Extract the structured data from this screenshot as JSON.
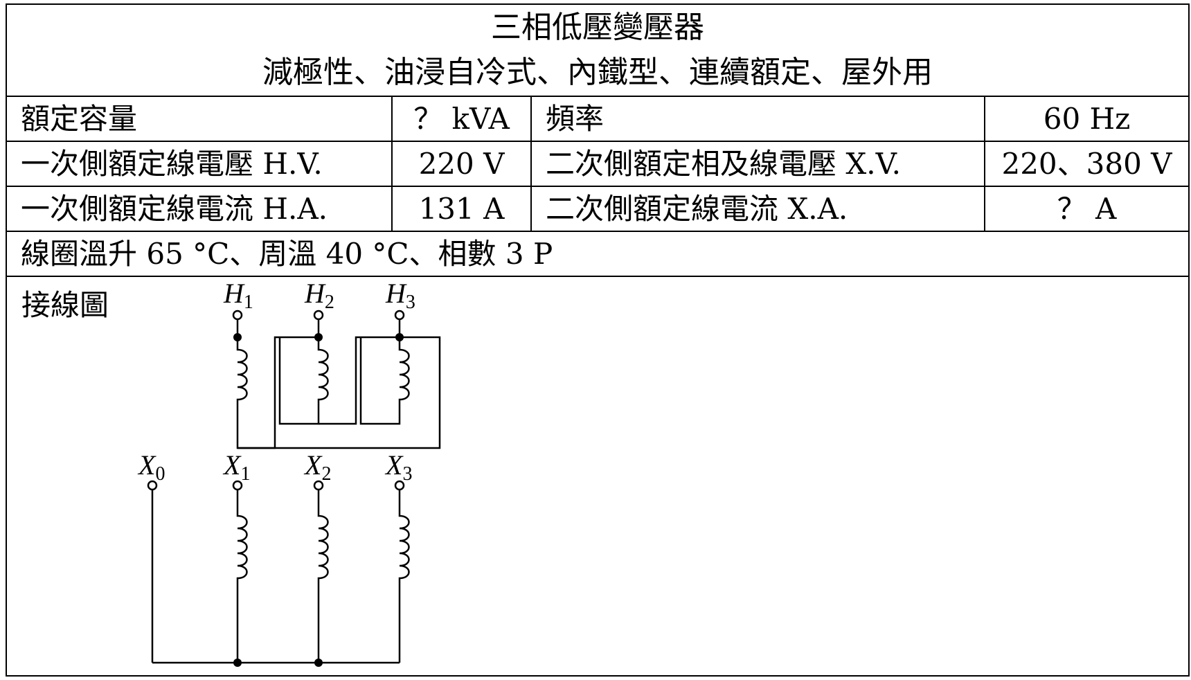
{
  "nameplate": {
    "title": "三相低壓變壓器",
    "subtitle": "減極性、油浸自冷式、內鐵型、連續額定、屋外用"
  },
  "specs": {
    "rows": [
      {
        "label_left": "額定容量",
        "value_left": "？ kVA",
        "label_right": "頻率",
        "value_right": "60 Hz"
      },
      {
        "label_left": "一次側額定線電壓 H.V.",
        "value_left": "220 V",
        "label_right": "二次側額定相及線電壓 X.V.",
        "value_right": "220、380 V"
      },
      {
        "label_left": "一次側額定線電流 H.A.",
        "value_left": "131 A",
        "label_right": "二次側額定線電流 X.A.",
        "value_right": "？ A"
      }
    ],
    "footer": "線圈溫升 65 °C、周溫 40 °C、相數 3 P"
  },
  "diagram": {
    "label": "接線圖",
    "primary_terminals": [
      {
        "letter": "H",
        "sub": "1"
      },
      {
        "letter": "H",
        "sub": "2"
      },
      {
        "letter": "H",
        "sub": "3"
      }
    ],
    "secondary_terminals": [
      {
        "letter": "X",
        "sub": "0"
      },
      {
        "letter": "X",
        "sub": "1"
      },
      {
        "letter": "X",
        "sub": "2"
      },
      {
        "letter": "X",
        "sub": "3"
      }
    ],
    "primary_connection": "delta",
    "secondary_connection": "wye"
  }
}
